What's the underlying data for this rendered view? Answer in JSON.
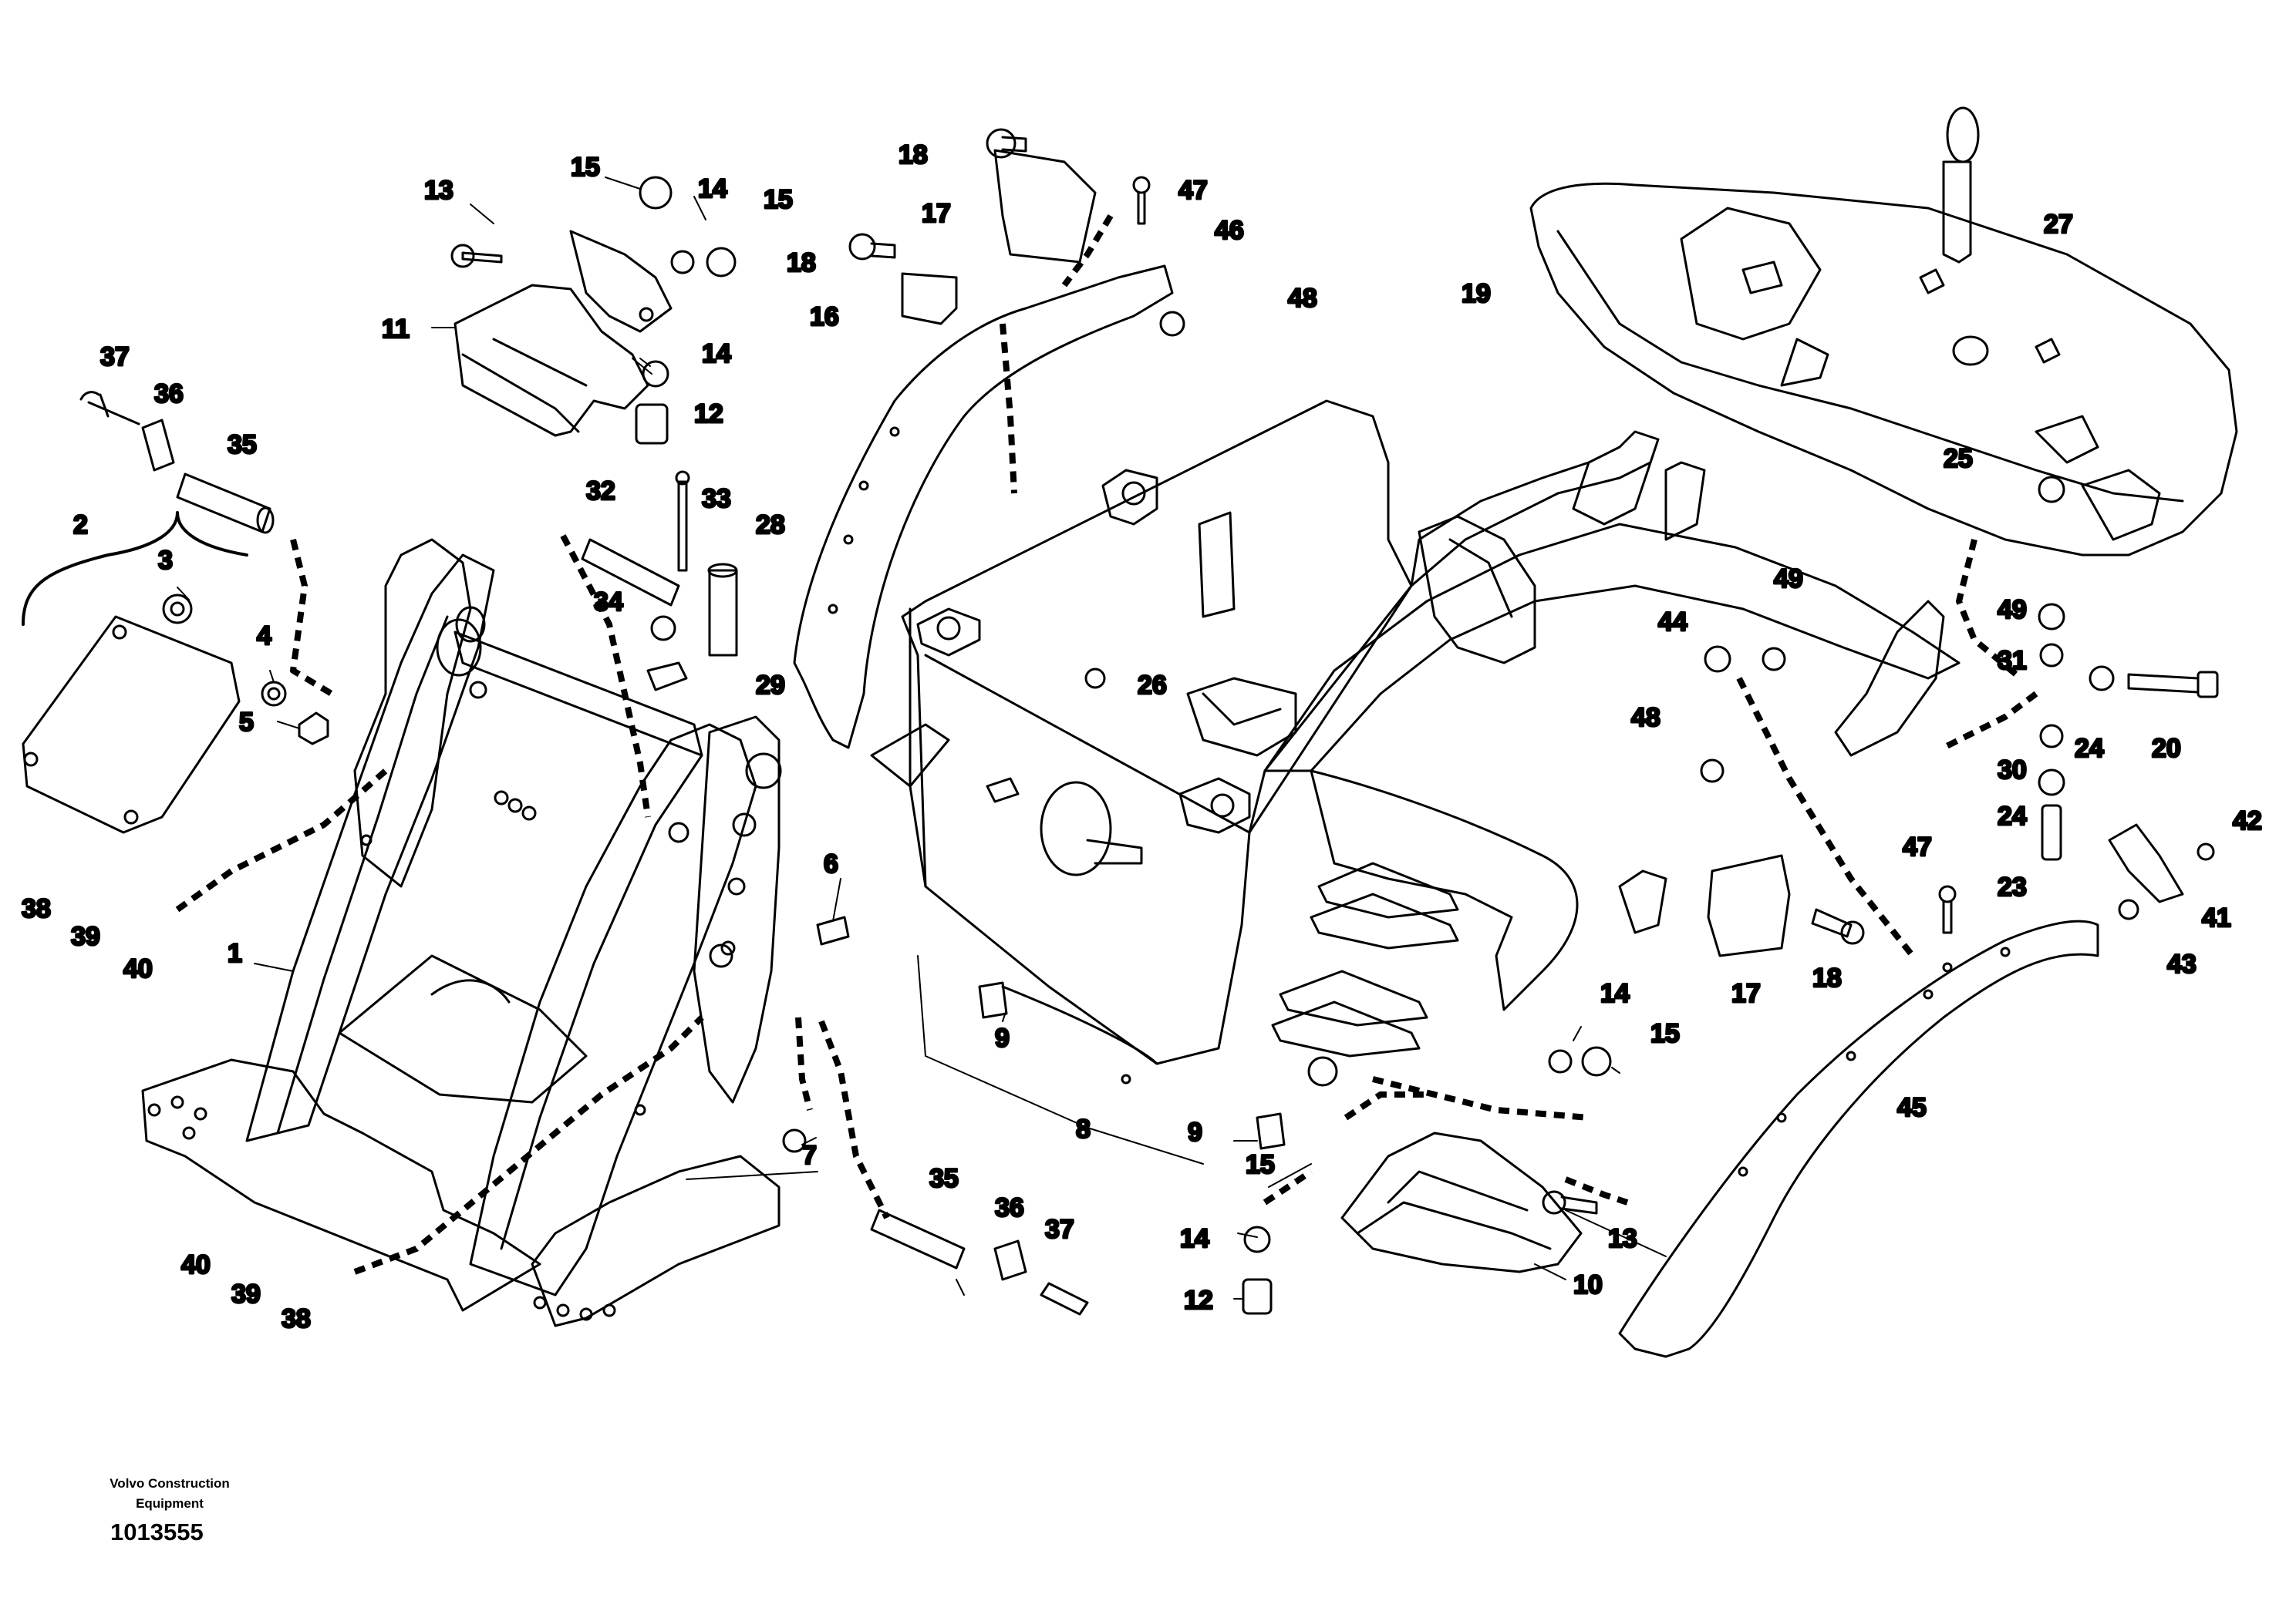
{
  "diagram": {
    "ink_color": "#000000",
    "background_color": "#ffffff",
    "callouts": [
      {
        "id": "c1",
        "label": "1"
      },
      {
        "id": "c2",
        "label": "2"
      },
      {
        "id": "c3",
        "label": "3"
      },
      {
        "id": "c4",
        "label": "4"
      },
      {
        "id": "c5",
        "label": "5"
      },
      {
        "id": "c6",
        "label": "6"
      },
      {
        "id": "c7",
        "label": "7"
      },
      {
        "id": "c8",
        "label": "8"
      },
      {
        "id": "c9a",
        "label": "9"
      },
      {
        "id": "c9b",
        "label": "9"
      },
      {
        "id": "c10",
        "label": "10"
      },
      {
        "id": "c11",
        "label": "11"
      },
      {
        "id": "c12a",
        "label": "12"
      },
      {
        "id": "c12b",
        "label": "12"
      },
      {
        "id": "c13a",
        "label": "13"
      },
      {
        "id": "c13b",
        "label": "13"
      },
      {
        "id": "c14a",
        "label": "14"
      },
      {
        "id": "c14b",
        "label": "14"
      },
      {
        "id": "c14c",
        "label": "14"
      },
      {
        "id": "c14d",
        "label": "14"
      },
      {
        "id": "c15a",
        "label": "15"
      },
      {
        "id": "c15b",
        "label": "15"
      },
      {
        "id": "c15c",
        "label": "15"
      },
      {
        "id": "c15d",
        "label": "15"
      },
      {
        "id": "c16",
        "label": "16"
      },
      {
        "id": "c17a",
        "label": "17"
      },
      {
        "id": "c17b",
        "label": "17"
      },
      {
        "id": "c18a",
        "label": "18"
      },
      {
        "id": "c18b",
        "label": "18"
      },
      {
        "id": "c18c",
        "label": "18"
      },
      {
        "id": "c19",
        "label": "19"
      },
      {
        "id": "c20",
        "label": "20"
      },
      {
        "id": "c23",
        "label": "23"
      },
      {
        "id": "c24a",
        "label": "24"
      },
      {
        "id": "c24b",
        "label": "24"
      },
      {
        "id": "c25",
        "label": "25"
      },
      {
        "id": "c26",
        "label": "26"
      },
      {
        "id": "c27",
        "label": "27"
      },
      {
        "id": "c28",
        "label": "28"
      },
      {
        "id": "c29",
        "label": "29"
      },
      {
        "id": "c30",
        "label": "30"
      },
      {
        "id": "c31",
        "label": "31"
      },
      {
        "id": "c32",
        "label": "32"
      },
      {
        "id": "c33",
        "label": "33"
      },
      {
        "id": "c34",
        "label": "34"
      },
      {
        "id": "c35a",
        "label": "35"
      },
      {
        "id": "c35b",
        "label": "35"
      },
      {
        "id": "c36a",
        "label": "36"
      },
      {
        "id": "c36b",
        "label": "36"
      },
      {
        "id": "c37a",
        "label": "37"
      },
      {
        "id": "c37b",
        "label": "37"
      },
      {
        "id": "c38a",
        "label": "38"
      },
      {
        "id": "c38b",
        "label": "38"
      },
      {
        "id": "c39a",
        "label": "39"
      },
      {
        "id": "c39b",
        "label": "39"
      },
      {
        "id": "c40a",
        "label": "40"
      },
      {
        "id": "c40b",
        "label": "40"
      },
      {
        "id": "c41",
        "label": "41"
      },
      {
        "id": "c42",
        "label": "42"
      },
      {
        "id": "c43",
        "label": "43"
      },
      {
        "id": "c44",
        "label": "44"
      },
      {
        "id": "c45",
        "label": "45"
      },
      {
        "id": "c46",
        "label": "46"
      },
      {
        "id": "c47a",
        "label": "47"
      },
      {
        "id": "c47b",
        "label": "47"
      },
      {
        "id": "c48a",
        "label": "48"
      },
      {
        "id": "c48b",
        "label": "48"
      },
      {
        "id": "c49a",
        "label": "49"
      },
      {
        "id": "c49b",
        "label": "49"
      }
    ]
  },
  "footer": {
    "manufacturer_line1": "Volvo Construction",
    "manufacturer_line2": "Equipment",
    "document_number": "1013555"
  }
}
